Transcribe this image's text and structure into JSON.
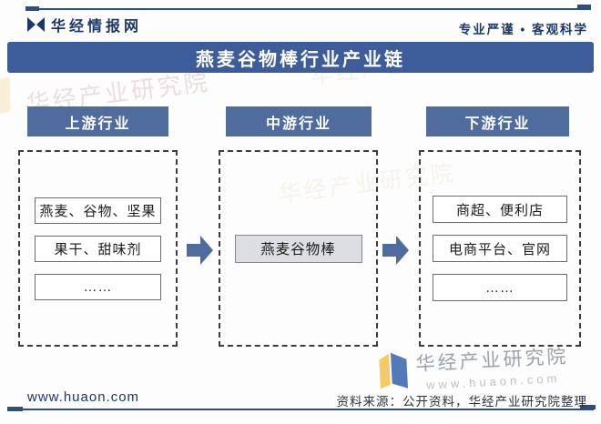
{
  "header": {
    "brand": "华经情报网",
    "tagline": "专业严谨 • 客观科学"
  },
  "title": "燕麦谷物棒行业产业链",
  "diagram": {
    "columns": [
      {
        "header": "上游行业",
        "items": [
          "燕麦、谷物、坚果",
          "果干、甜味剂",
          "……"
        ]
      },
      {
        "header": "中游行业",
        "items": [
          "燕麦谷物棒"
        ]
      },
      {
        "header": "下游行业",
        "items": [
          "商超、便利店",
          "电商平台、官网",
          "……"
        ]
      }
    ]
  },
  "watermark": {
    "text": "华经产业研究院",
    "url": "www.huaon.com"
  },
  "footer": {
    "site": "www.huaon.com",
    "source": "资料来源：公开资料，华经产业研究院整理"
  },
  "colors": {
    "title_bar": "#3d5c9a",
    "column_header": "#506b9e",
    "arrow": "#4f6a9d",
    "navy_text": "#1d3767",
    "logo_blue": "#3f6ab0",
    "logo_yellow": "#f0c24b"
  }
}
